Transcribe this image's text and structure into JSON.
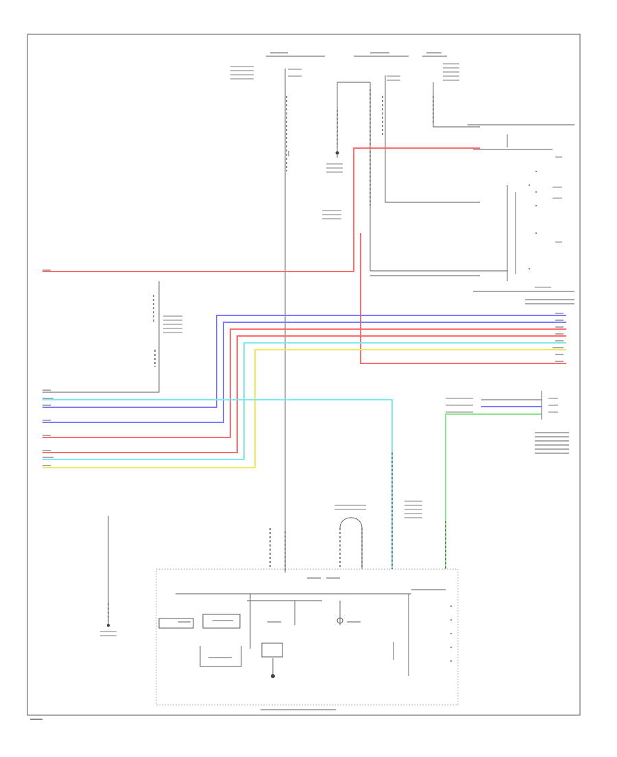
{
  "colors": {
    "red": "#ff6b6b",
    "blue": "#7a7aff",
    "cyan": "#7fe9f2",
    "yellow": "#f2ea5a",
    "green": "#8ee38e",
    "violet": "#d98ee8",
    "black": "#444444",
    "frame": "#555555"
  },
  "wires": [
    {
      "id": "w-red-top",
      "color": "red"
    },
    {
      "id": "w-red-vert",
      "color": "red"
    },
    {
      "id": "w-blue-1",
      "color": "blue"
    },
    {
      "id": "w-blue-2",
      "color": "blue"
    },
    {
      "id": "w-red-2",
      "color": "red"
    },
    {
      "id": "w-red-3",
      "color": "red"
    },
    {
      "id": "w-cyan-1",
      "color": "cyan"
    },
    {
      "id": "w-yellow-1",
      "color": "yellow"
    },
    {
      "id": "w-cyan-2",
      "color": "cyan"
    },
    {
      "id": "w-green-1",
      "color": "green"
    },
    {
      "id": "w-red-upper",
      "color": "red"
    }
  ]
}
